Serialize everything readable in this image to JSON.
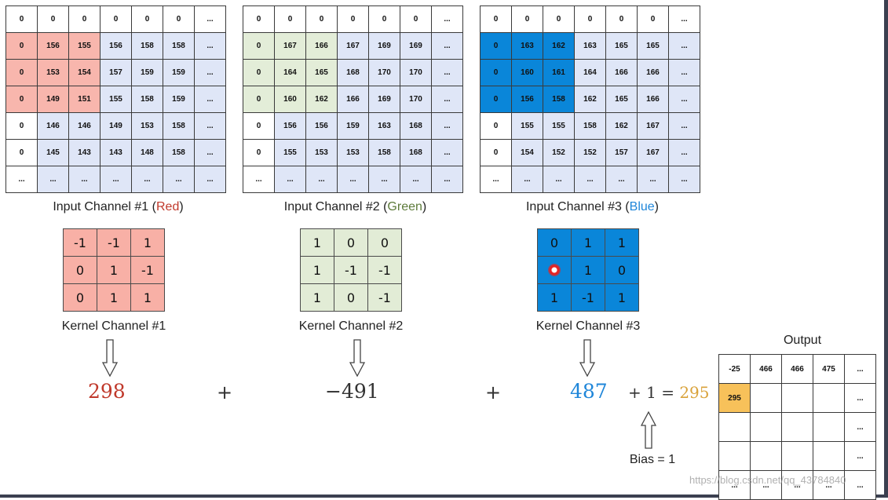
{
  "inputs": [
    {
      "label_prefix": "Input Channel #1 (",
      "label_color": "Red",
      "label_suffix": ")",
      "rows": [
        [
          "0",
          "0",
          "0",
          "0",
          "0",
          "0",
          "..."
        ],
        [
          "0",
          "156",
          "155",
          "156",
          "158",
          "158",
          "..."
        ],
        [
          "0",
          "153",
          "154",
          "157",
          "159",
          "159",
          "..."
        ],
        [
          "0",
          "149",
          "151",
          "155",
          "158",
          "159",
          "..."
        ],
        [
          "0",
          "146",
          "146",
          "149",
          "153",
          "158",
          "..."
        ],
        [
          "0",
          "145",
          "143",
          "143",
          "148",
          "158",
          "..."
        ],
        [
          "...",
          "...",
          "...",
          "...",
          "...",
          "...",
          "..."
        ]
      ]
    },
    {
      "label_prefix": "Input Channel #2 (",
      "label_color": "Green",
      "label_suffix": ")",
      "rows": [
        [
          "0",
          "0",
          "0",
          "0",
          "0",
          "0",
          "..."
        ],
        [
          "0",
          "167",
          "166",
          "167",
          "169",
          "169",
          "..."
        ],
        [
          "0",
          "164",
          "165",
          "168",
          "170",
          "170",
          "..."
        ],
        [
          "0",
          "160",
          "162",
          "166",
          "169",
          "170",
          "..."
        ],
        [
          "0",
          "156",
          "156",
          "159",
          "163",
          "168",
          "..."
        ],
        [
          "0",
          "155",
          "153",
          "153",
          "158",
          "168",
          "..."
        ],
        [
          "...",
          "...",
          "...",
          "...",
          "...",
          "...",
          "..."
        ]
      ]
    },
    {
      "label_prefix": "Input Channel #3 (",
      "label_color": "Blue",
      "label_suffix": ")",
      "rows": [
        [
          "0",
          "0",
          "0",
          "0",
          "0",
          "0",
          "..."
        ],
        [
          "0",
          "163",
          "162",
          "163",
          "165",
          "165",
          "..."
        ],
        [
          "0",
          "160",
          "161",
          "164",
          "166",
          "166",
          "..."
        ],
        [
          "0",
          "156",
          "158",
          "162",
          "165",
          "166",
          "..."
        ],
        [
          "0",
          "155",
          "155",
          "158",
          "162",
          "167",
          "..."
        ],
        [
          "0",
          "154",
          "152",
          "152",
          "157",
          "167",
          "..."
        ],
        [
          "...",
          "...",
          "...",
          "...",
          "...",
          "...",
          "..."
        ]
      ]
    }
  ],
  "kernels": [
    {
      "label": "Kernel Channel #1",
      "rows": [
        [
          "-1",
          "-1",
          "1"
        ],
        [
          "0",
          "1",
          "-1"
        ],
        [
          "0",
          "1",
          "1"
        ]
      ]
    },
    {
      "label": "Kernel Channel #2",
      "rows": [
        [
          "1",
          "0",
          "0"
        ],
        [
          "1",
          "-1",
          "-1"
        ],
        [
          "1",
          "0",
          "-1"
        ]
      ]
    },
    {
      "label": "Kernel Channel #3",
      "rows": [
        [
          "0",
          "1",
          "1"
        ],
        [
          "",
          "1",
          "0"
        ],
        [
          "1",
          "-1",
          "1"
        ]
      ]
    }
  ],
  "sums": [
    "298",
    "−491",
    "487"
  ],
  "operators": {
    "plus": "+",
    "bias_term": "+ 1 = ",
    "result": "295"
  },
  "bias_label": "Bias = 1",
  "output": {
    "title": "Output",
    "rows": [
      [
        "-25",
        "466",
        "466",
        "475",
        "..."
      ],
      [
        "295",
        "",
        "",
        "",
        "..."
      ],
      [
        "",
        "",
        "",
        "",
        "..."
      ],
      [
        "",
        "",
        "",
        "",
        "..."
      ],
      [
        "...",
        "...",
        "...",
        "...",
        "..."
      ]
    ]
  },
  "watermark": "https://blog.csdn.net/qq_43784840",
  "colors": {
    "red": "#c0392b",
    "green": "#5d7a3a",
    "blue": "#1f86d9",
    "result": "#d9a23a",
    "highlight": "#f7c15a"
  }
}
